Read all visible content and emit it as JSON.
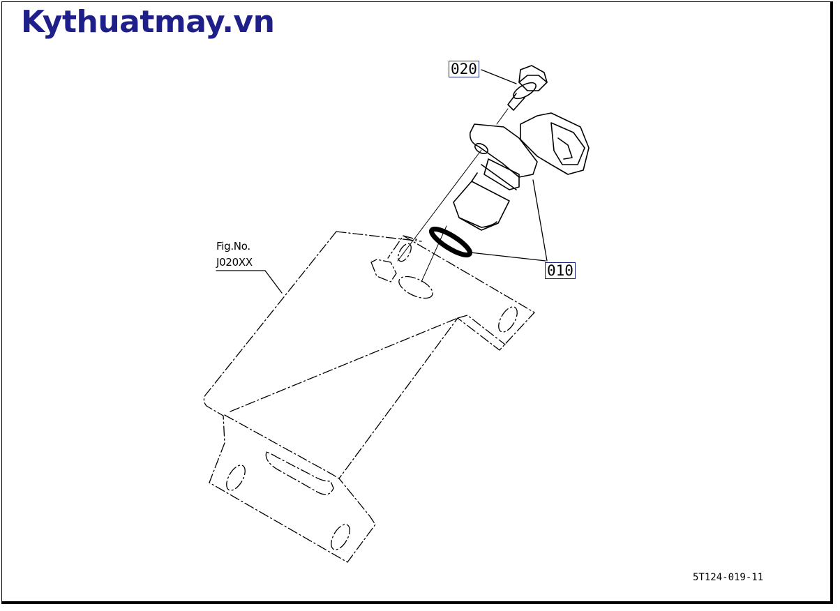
{
  "watermark": {
    "text": "Kythuatmay.vn",
    "color": "#1f1f8a"
  },
  "callouts": [
    {
      "part_no": "020",
      "target": "bolt"
    },
    {
      "part_no": "010",
      "target": "sensor-and-o-ring"
    }
  ],
  "figure_ref": {
    "label": "Fig.No.",
    "code": "J020XX"
  },
  "drawing_code": "5T124-019-11",
  "colors": {
    "line": "#000000",
    "callout_border": "#1a237e",
    "background": "#ffffff"
  }
}
